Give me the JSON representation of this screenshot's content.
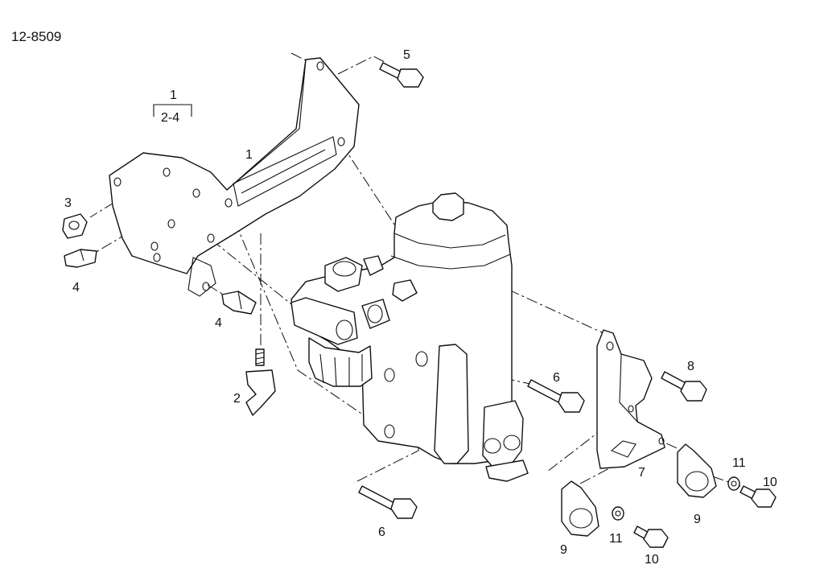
{
  "figure_id": "12-8509",
  "group_label": {
    "top": "1",
    "bottom": "2-4"
  },
  "callouts": {
    "bracket": "1",
    "clip_small": "3",
    "clip_left": "4",
    "clip_mid": "4",
    "stud_clamp": "2",
    "bolt_top": "5",
    "bolt_center": "6",
    "bolt_bottom": "6",
    "bracket_small": "7",
    "bolt_right": "8",
    "clamp_right": "9",
    "clamp_bottom": "9",
    "washer_right": "11",
    "washer_bottom": "11",
    "screw_right": "10",
    "screw_bottom": "10"
  }
}
